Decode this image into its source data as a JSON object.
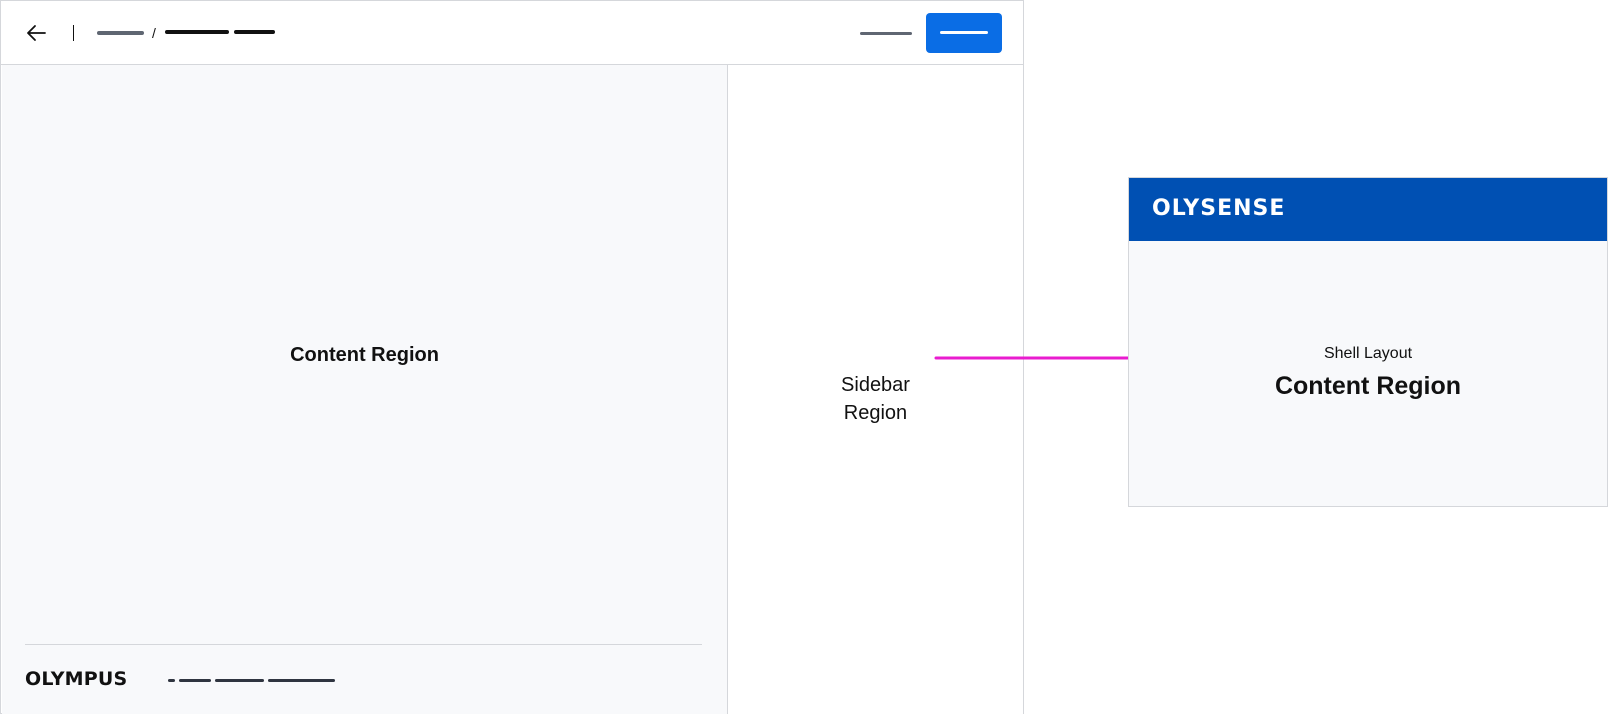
{
  "page": {
    "topbar": {
      "back_icon": "arrow-left-icon",
      "separator": "|",
      "breadcrumb_separator": "/"
    },
    "content": {
      "label": "Content Region",
      "footer_logo": "OLYMPUS"
    },
    "sidebar": {
      "label_line1": "Sidebar",
      "label_line2": "Region"
    }
  },
  "arrow": {
    "color": "#e91ccf"
  },
  "shell": {
    "logo": "OLYSENSE",
    "caption": "Shell Layout",
    "title": "Content Region",
    "header_color": "#0050b3"
  },
  "colors": {
    "primary_button": "#0a6de5",
    "content_background": "#f8f9fb",
    "border": "#d5d7db"
  }
}
